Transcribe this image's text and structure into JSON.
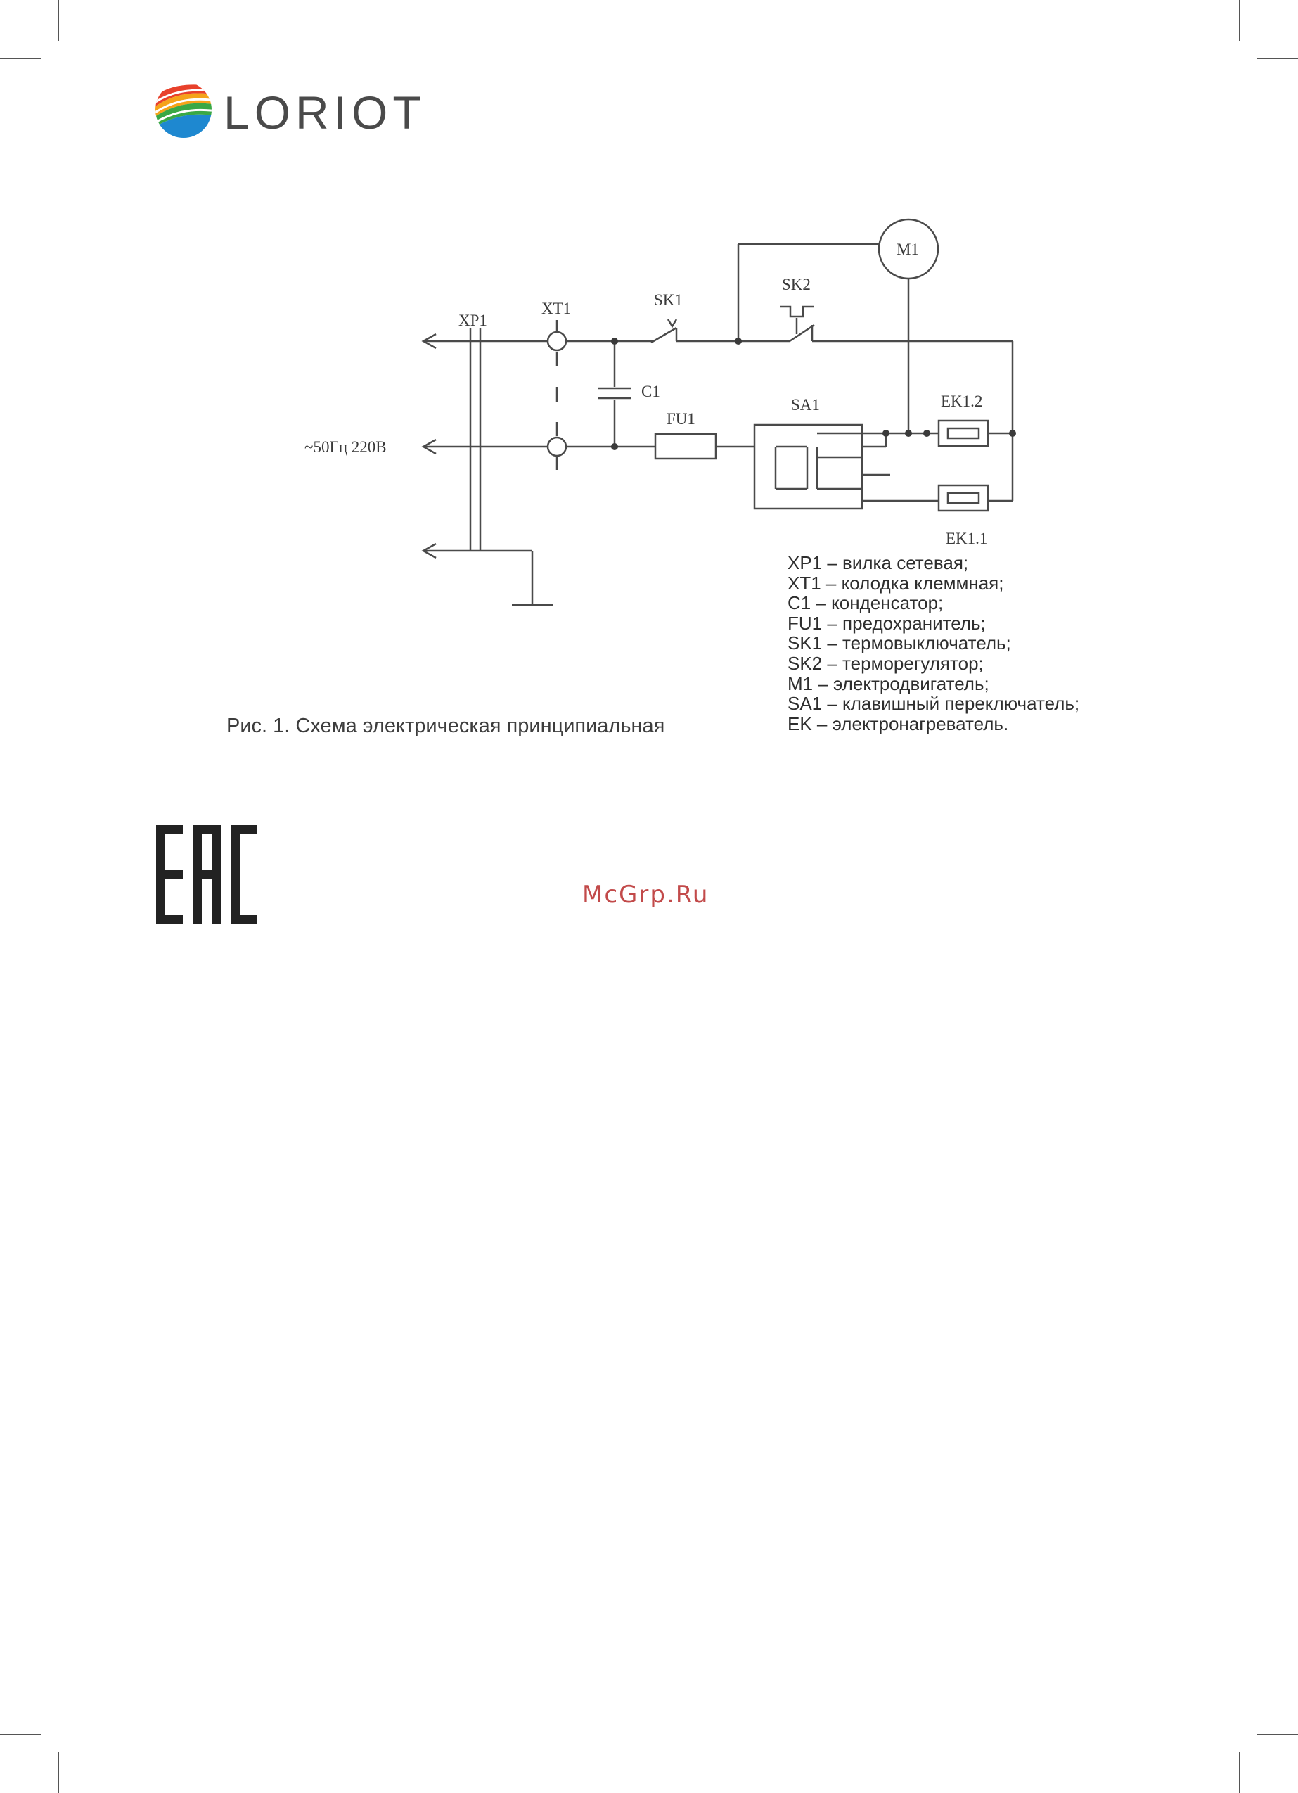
{
  "brand": {
    "name": "LORIOT",
    "logo_colors": [
      "#e8412b",
      "#f5a31a",
      "#3aa845",
      "#1e88d0"
    ]
  },
  "schematic": {
    "labels": {
      "xp1": "XP1",
      "xt1": "XT1",
      "sk1": "SK1",
      "sk2": "SK2",
      "m1": "M1",
      "c1": "C1",
      "fu1": "FU1",
      "sa1": "SA1",
      "ek12": "EK1.2",
      "ek11": "EK1.1",
      "supply": "~50Гц 220В"
    }
  },
  "figure": {
    "caption": "Рис. 1.  Схема электрическая принципиальная"
  },
  "legend": [
    "XP1 – вилка сетевая;",
    "XT1 – колодка клеммная;",
    "C1 – конденсатор;",
    "FU1 – предохранитель;",
    "SK1 – термовыключатель;",
    "SK2 – терморегулятор;",
    "M1 – электродвигатель;",
    "SA1 – клавишный переключатель;",
    "EK – электронагреватель."
  ],
  "certification_mark": "EAC",
  "watermark": "McGrp.Ru"
}
